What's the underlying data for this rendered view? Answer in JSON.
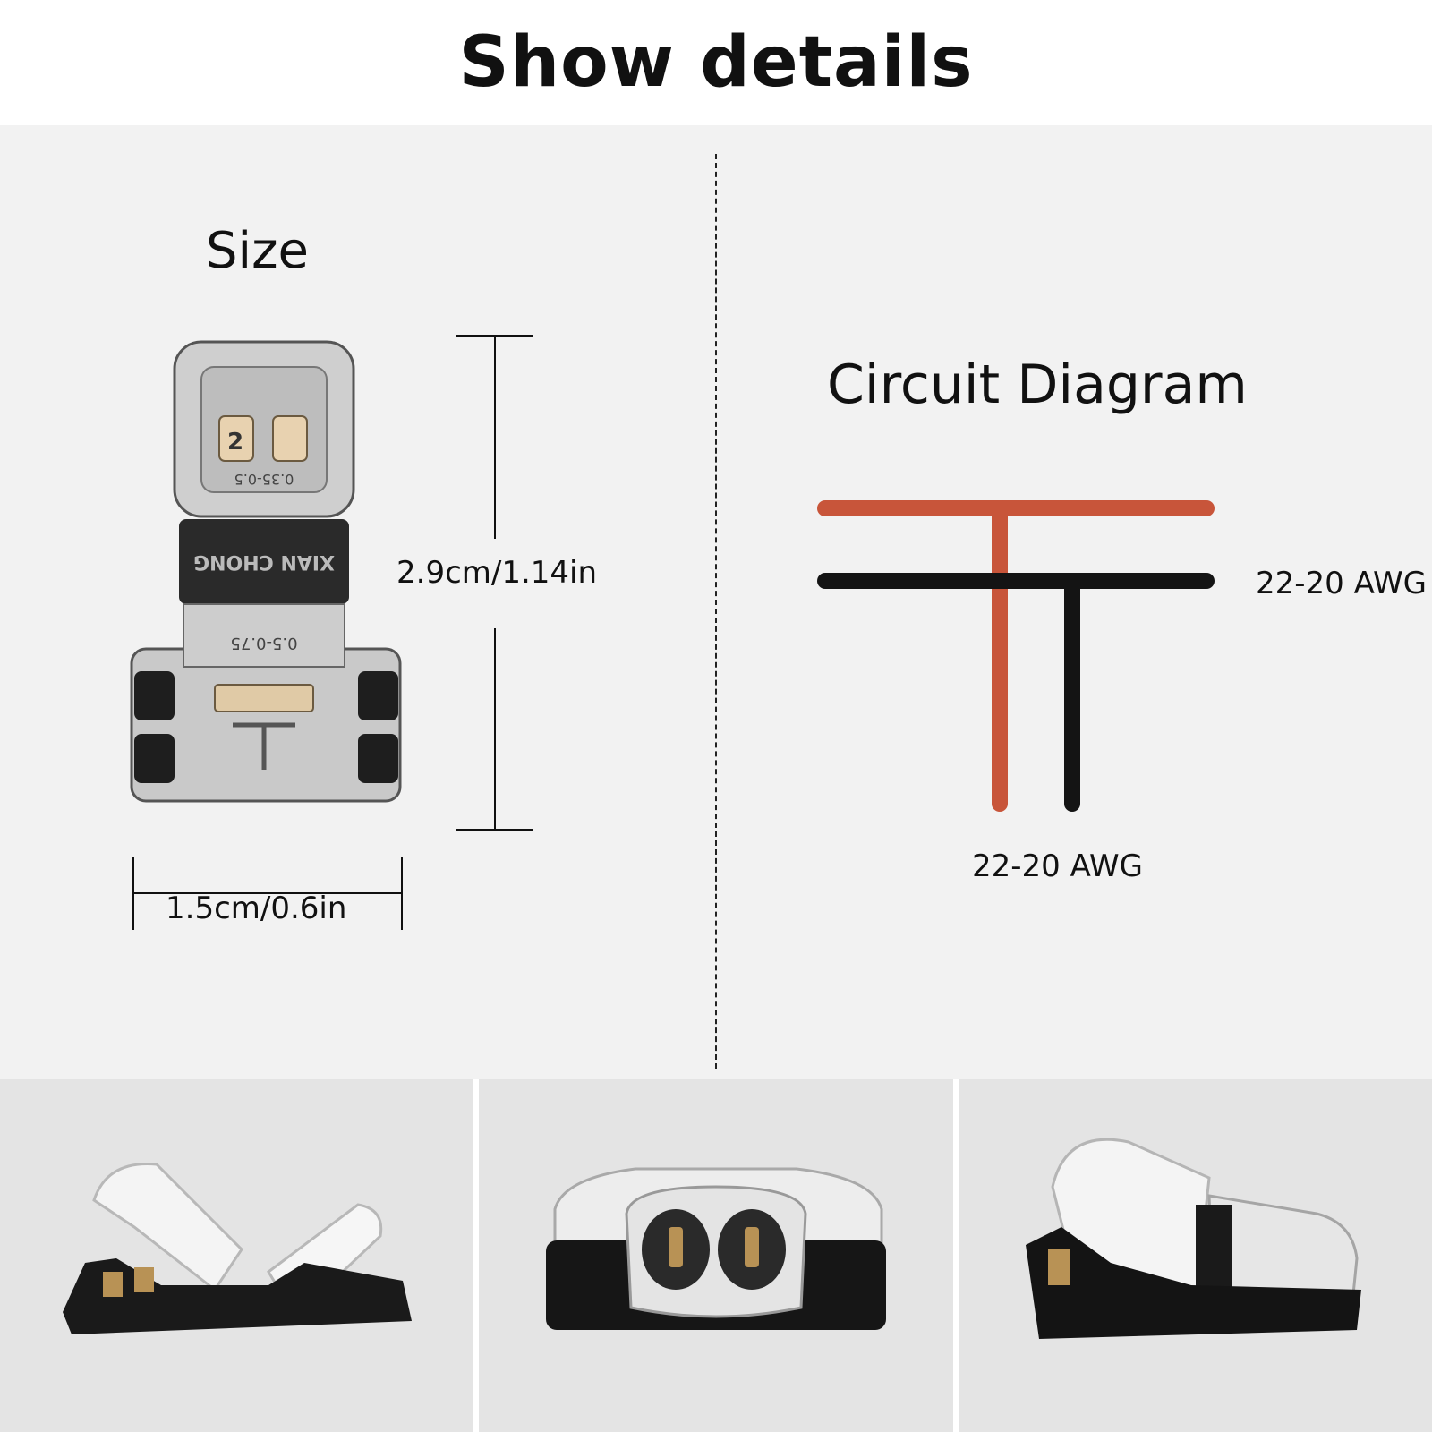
{
  "header": {
    "title": "Show details"
  },
  "size_section": {
    "title": "Size",
    "height_label": "2.9cm/1.14in",
    "width_label": "1.5cm/0.6in",
    "imprint_top": "XIAN CHONG",
    "imprint_top_size": "0.35-0.5",
    "imprint_bottom_size": "0.5-0.75",
    "port_mark": "2"
  },
  "circuit_section": {
    "title": "Circuit Diagram",
    "main_wire_label": "22-20 AWG",
    "branch_wire_label": "22-20 AWG",
    "colors": {
      "red_wire": "#c8553a",
      "black_wire": "#141414"
    }
  },
  "gallery": {
    "items": [
      {
        "name": "open-connector-side-view"
      },
      {
        "name": "closed-connector-front-view"
      },
      {
        "name": "half-open-connector-angle-view"
      }
    ]
  }
}
